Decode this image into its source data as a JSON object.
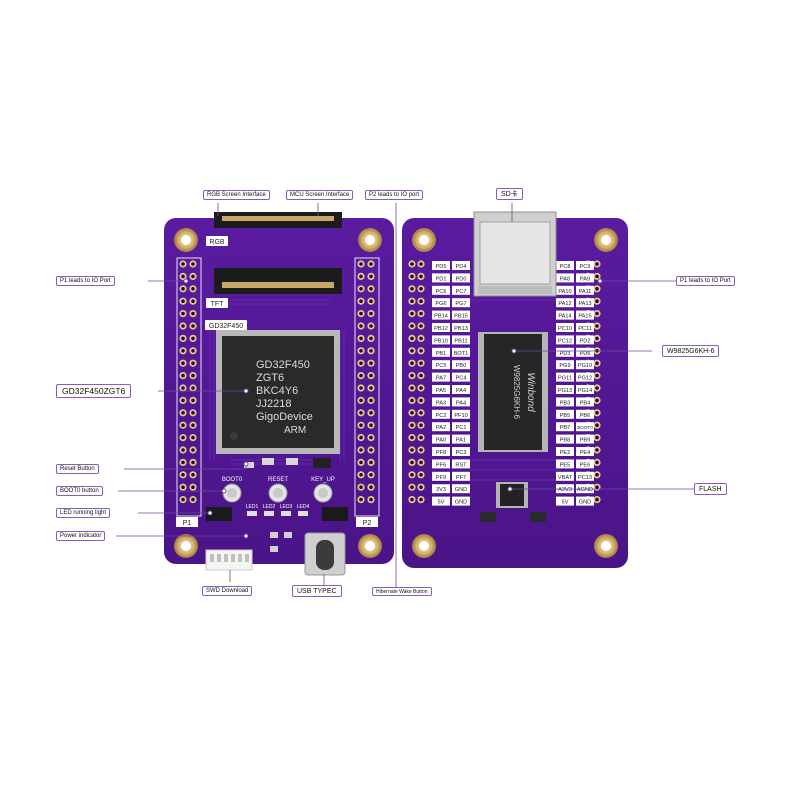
{
  "callouts": {
    "rgb_interface": "RGB Screen Interface",
    "mcu_interface": "MCU Screen Interface",
    "p2_io": "P2 leads to IO port",
    "sd_card": "SD卡",
    "p1_io_left": "P1 leads to IO Port",
    "p1_io_right": "P1 leads to IO Port",
    "w9825": "W9825G6KH-6",
    "mcu_model": "GD32F450ZGT6",
    "reset_button": "Reset Button",
    "boot0_button": "BOOT0 button",
    "led_light": "LED running light",
    "power_indicator": "Power indicator",
    "flash": "FLASH",
    "swd": "SWD Download",
    "usb_typec": "USB TYPEC",
    "wake_button": "Hibernate Wake Button"
  },
  "left_board": {
    "rgb_label": "RGB",
    "tft_label": "TFT",
    "chip_tag": "GD32F450",
    "chip_lines": [
      "GD32F450",
      "ZGT6",
      "BKC4Y6",
      "JJ2218",
      "GigoDevice",
      "ARM"
    ],
    "boot0": "BOOT0",
    "reset": "RESET",
    "key_up": "KEY_UP",
    "leds": [
      "LED1",
      "LED2",
      "LED3",
      "LED4"
    ],
    "p1": "P1",
    "p2": "P2"
  },
  "right_board": {
    "left_pins": [
      [
        "PD5",
        "PD4"
      ],
      [
        "PD1",
        "PD0"
      ],
      [
        "PC6",
        "PC7"
      ],
      [
        "PG6",
        "PG7"
      ],
      [
        "PB14",
        "PB15"
      ],
      [
        "PB12",
        "PB13"
      ],
      [
        "PB10",
        "PB11"
      ],
      [
        "PB1",
        "BOT1"
      ],
      [
        "PC5",
        "PB0"
      ],
      [
        "PA7",
        "PC4"
      ],
      [
        "PA5",
        "PA4"
      ],
      [
        "PA3",
        "PA4"
      ],
      [
        "PC2",
        "PF10"
      ],
      [
        "PA2",
        "PC1"
      ],
      [
        "PA0",
        "PA1"
      ],
      [
        "PF8",
        "PC3"
      ],
      [
        "PF6",
        "RST"
      ],
      [
        "PF9",
        "PF7"
      ],
      [
        "3V3",
        "GND"
      ],
      [
        "5V",
        "GND"
      ]
    ],
    "right_pins": [
      [
        "PC8",
        "PC9"
      ],
      [
        "PA8",
        "PA9"
      ],
      [
        "PA10",
        "PA11"
      ],
      [
        "PA12",
        "PA13"
      ],
      [
        "PA14",
        "PA15"
      ],
      [
        "PC10",
        "PC11"
      ],
      [
        "PC12",
        "PD2"
      ],
      [
        "PD3",
        "PD6"
      ],
      [
        "PG9",
        "PG10"
      ],
      [
        "PG11",
        "PG12"
      ],
      [
        "PG13",
        "PG14"
      ],
      [
        "PB3",
        "PB4"
      ],
      [
        "PB5",
        "PB6"
      ],
      [
        "PB7",
        "BOOT0"
      ],
      [
        "PB8",
        "PB9"
      ],
      [
        "PE2",
        "PE4"
      ],
      [
        "PE5",
        "PE6"
      ],
      [
        "VBAT",
        "PC13"
      ],
      [
        "A3V3",
        "AGND"
      ],
      [
        "5V",
        "GND"
      ]
    ],
    "sdram_lines": [
      "Winbond",
      "W9825G6KH-6"
    ]
  }
}
